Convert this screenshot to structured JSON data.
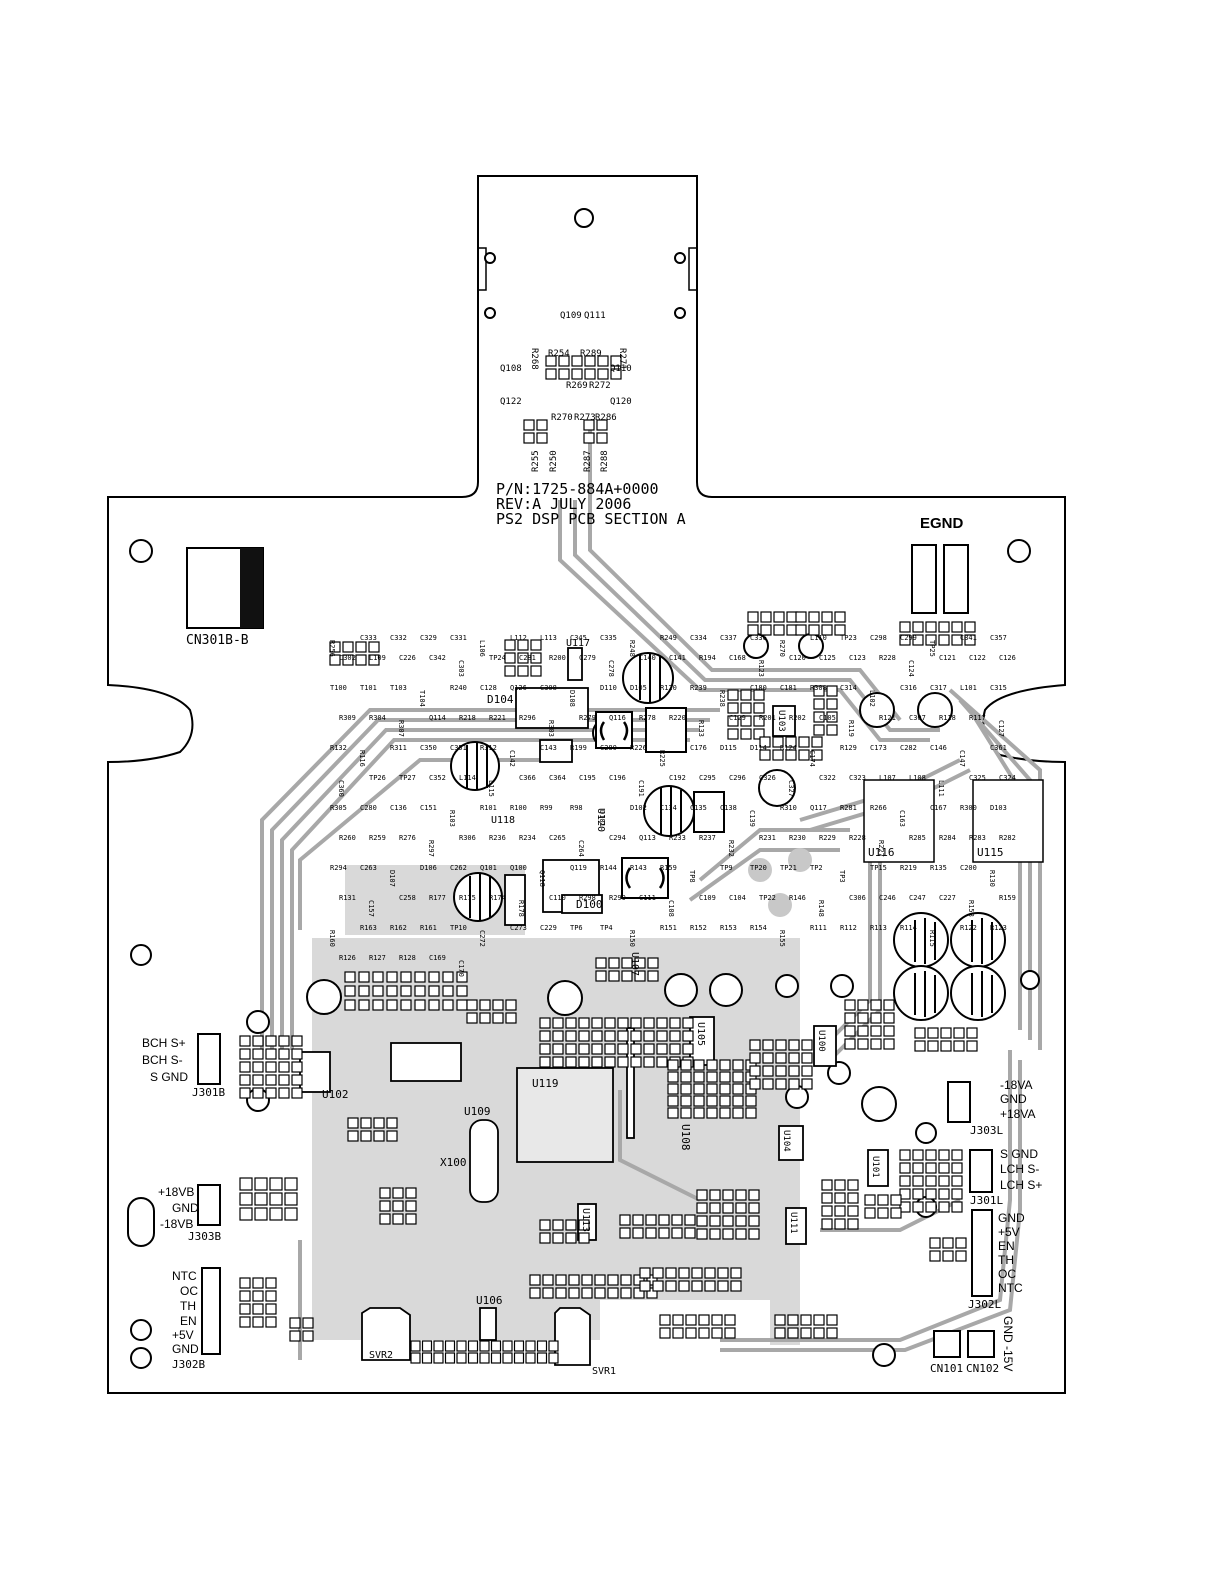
{
  "board": {
    "part_number": "P/N:1725-884A+0000",
    "revision": "REV:A   JULY 2006",
    "section": "PS2 DSP PCB SECTION A",
    "ground_label": "EGND"
  },
  "connectors": {
    "cn301b": "CN301B-B",
    "j301b": {
      "ref": "J301B",
      "pins": [
        "BCH S+",
        "BCH S-",
        "S GND"
      ]
    },
    "j303b": {
      "ref": "J303B",
      "pins": [
        "+18VB",
        "GND",
        "-18VB"
      ]
    },
    "j302b": {
      "ref": "J302B",
      "pins": [
        "NTC",
        "OC",
        "TH",
        "EN",
        "+5V",
        "GND"
      ]
    },
    "j303l": {
      "ref": "J303L",
      "pins": [
        "-18VA",
        "GND",
        "+18VA"
      ]
    },
    "j301l": {
      "ref": "J301L",
      "pins": [
        "S GND",
        "LCH S-",
        "LCH S+"
      ]
    },
    "j302l": {
      "ref": "J302L",
      "pins": [
        "GND",
        "+5V",
        "EN",
        "TH",
        "OC",
        "NTC"
      ]
    },
    "cn101": "CN101",
    "cn102": "CN102",
    "cn102_pins": "GND -15V"
  },
  "ic_labels": {
    "u119": "U119",
    "u116": "U116",
    "u115": "U115",
    "u117": "U117",
    "u118": "U118",
    "u120": "U120",
    "x100": "X100",
    "svr1": "SVR1",
    "svr2": "SVR2",
    "d100": "D100",
    "d104": "D104",
    "u102": "U102",
    "u109": "U109",
    "u106": "U106",
    "u108": "U108",
    "u113": "U113",
    "u105": "U105",
    "u103": "U103",
    "u101": "U101",
    "u100": "U100",
    "u107": "U107",
    "u111": "U111",
    "u104": "U104"
  },
  "component_labels": [
    "R268",
    "Q109",
    "Q111",
    "R271",
    "R254",
    "R289",
    "Q108",
    "Q110",
    "R269",
    "R272",
    "Q122",
    "Q120",
    "R270",
    "R273",
    "R286",
    "R255",
    "R250",
    "R287",
    "R288",
    "R256",
    "C333",
    "C332",
    "C329",
    "C331",
    "L106",
    "L112",
    "L113",
    "C345",
    "C335",
    "R248",
    "R249",
    "C334",
    "C337",
    "C336",
    "R270",
    "L110",
    "TP23",
    "C298",
    "C299",
    "TP25",
    "C341",
    "C357",
    "C302",
    "L109",
    "C226",
    "C342",
    "C303",
    "TP24",
    "C281",
    "R200",
    "C279",
    "C278",
    "C140",
    "C141",
    "R194",
    "C168",
    "R123",
    "C120",
    "C125",
    "C123",
    "R228",
    "C124",
    "C121",
    "C122",
    "C126",
    "T100",
    "T101",
    "T103",
    "T104",
    "R240",
    "C128",
    "Q126",
    "C308",
    "D108",
    "D110",
    "D105",
    "R120",
    "R239",
    "R238",
    "C180",
    "C181",
    "R308",
    "C314",
    "L102",
    "C316",
    "C317",
    "L101",
    "C315",
    "R309",
    "R304",
    "R307",
    "Q114",
    "R218",
    "R221",
    "R296",
    "R303",
    "R279",
    "Q116",
    "R278",
    "R220",
    "R133",
    "C129",
    "R201",
    "R202",
    "C105",
    "R119",
    "R121",
    "C307",
    "R118",
    "R117",
    "C127",
    "R132",
    "R116",
    "R311",
    "C350",
    "C351",
    "R312",
    "C142",
    "C143",
    "R199",
    "C280",
    "R226",
    "R225",
    "C176",
    "D115",
    "D114",
    "R124",
    "C174",
    "R129",
    "C173",
    "C282",
    "C146",
    "C147",
    "C361",
    "C360",
    "TP26",
    "TP27",
    "C352",
    "L114",
    "L115",
    "C366",
    "C364",
    "C195",
    "C196",
    "C191",
    "C192",
    "C295",
    "C296",
    "C326",
    "C327",
    "C322",
    "C323",
    "L107",
    "L108",
    "L111",
    "C325",
    "C324",
    "R305",
    "C280",
    "C136",
    "C151",
    "R103",
    "R101",
    "R100",
    "R99",
    "R98",
    "D101",
    "D102",
    "C134",
    "C135",
    "C138",
    "C139",
    "R310",
    "Q117",
    "R281",
    "R266",
    "C163",
    "C167",
    "R300",
    "D103",
    "R260",
    "R259",
    "R276",
    "R297",
    "R306",
    "R236",
    "R234",
    "C265",
    "C264",
    "C294",
    "Q113",
    "R233",
    "R237",
    "R232",
    "R231",
    "R230",
    "R229",
    "R228",
    "R227",
    "R285",
    "R284",
    "R283",
    "R282",
    "R294",
    "C263",
    "D107",
    "D106",
    "C262",
    "Q101",
    "Q100",
    "Q118",
    "Q119",
    "R144",
    "R143",
    "R159",
    "TP8",
    "TP9",
    "TP20",
    "TP21",
    "TP2",
    "TP3",
    "TP15",
    "R219",
    "R135",
    "C200",
    "R130",
    "R131",
    "C157",
    "C258",
    "R177",
    "R175",
    "R174",
    "R178",
    "C110",
    "R298",
    "R299",
    "C111",
    "C108",
    "C109",
    "C104",
    "TP22",
    "R146",
    "R148",
    "C306",
    "C246",
    "C247",
    "C227",
    "R158",
    "R159",
    "R160",
    "R163",
    "R162",
    "R161",
    "TP10",
    "C272",
    "C273",
    "C229",
    "TP6",
    "TP4",
    "R150",
    "R151",
    "R152",
    "R153",
    "R154",
    "R155",
    "R111",
    "R112",
    "R113",
    "R114",
    "R115",
    "R122",
    "R123",
    "R126",
    "R127",
    "R128",
    "C169",
    "C170"
  ],
  "colors": {
    "copper": "#a8a8a8",
    "ground_plane": "#d9d9d9",
    "silkscreen": "#000000",
    "board": "#ffffff"
  }
}
